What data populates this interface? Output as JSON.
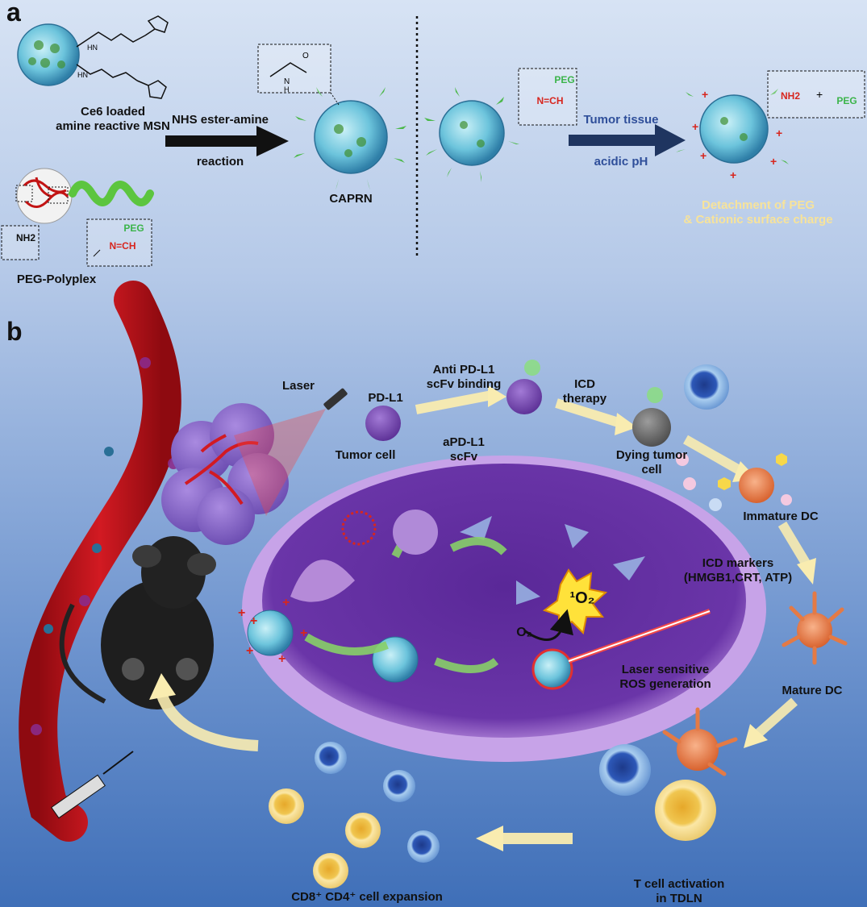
{
  "panel_a": {
    "letter": "a",
    "msn_label": "Ce6 loaded\namine reactive MSN",
    "arrow1_top": "NHS ester-amine",
    "arrow1_bottom": "reaction",
    "product_label": "CAPRN",
    "polyplex_label": "PEG-Polyplex",
    "amine_group": "NH2",
    "imine_peg": "PEG",
    "imine_ch": "N=CH",
    "arrow2_top": "Tumor tissue",
    "arrow2_bottom": "acidic pH",
    "detach_label": "Detachment of PEG\n& Cationic surface charge",
    "aldehyde_peg": "PEG"
  },
  "panel_b": {
    "letter": "b",
    "laser": "Laser",
    "pdl1": "PD-L1",
    "tumor_cell": "Tumor cell",
    "scfv_binding": "Anti PD-L1\nscFv binding",
    "icd_therapy": "ICD\ntherapy",
    "dying_cell": "Dying tumor\ncell",
    "apdl1": "aPD-L1\nscFv",
    "immature_dc": "Immature DC",
    "icd_markers": "ICD markers\n(HMGB1,CRT, ATP)",
    "singlet_o2": "¹O₂",
    "o2": "O₂",
    "ros": "Laser sensitive\nROS generation",
    "mature_dc": "Mature DC",
    "t_activation": "T cell activation\nin TDLN",
    "expansion": "CD8⁺ CD4⁺ cell expansion"
  },
  "colors": {
    "vessel": "#c8141c",
    "membrane": "#7a3fb0",
    "arrow_dark": "#111111",
    "arrow_navy": "#1f3560",
    "arrow_yellow": "#f9ecb0",
    "tumor_text": "#3b5aa8",
    "detach_text": "#f7e39a",
    "peg_green": "#3bb44a",
    "charge_red": "#d7261e"
  }
}
